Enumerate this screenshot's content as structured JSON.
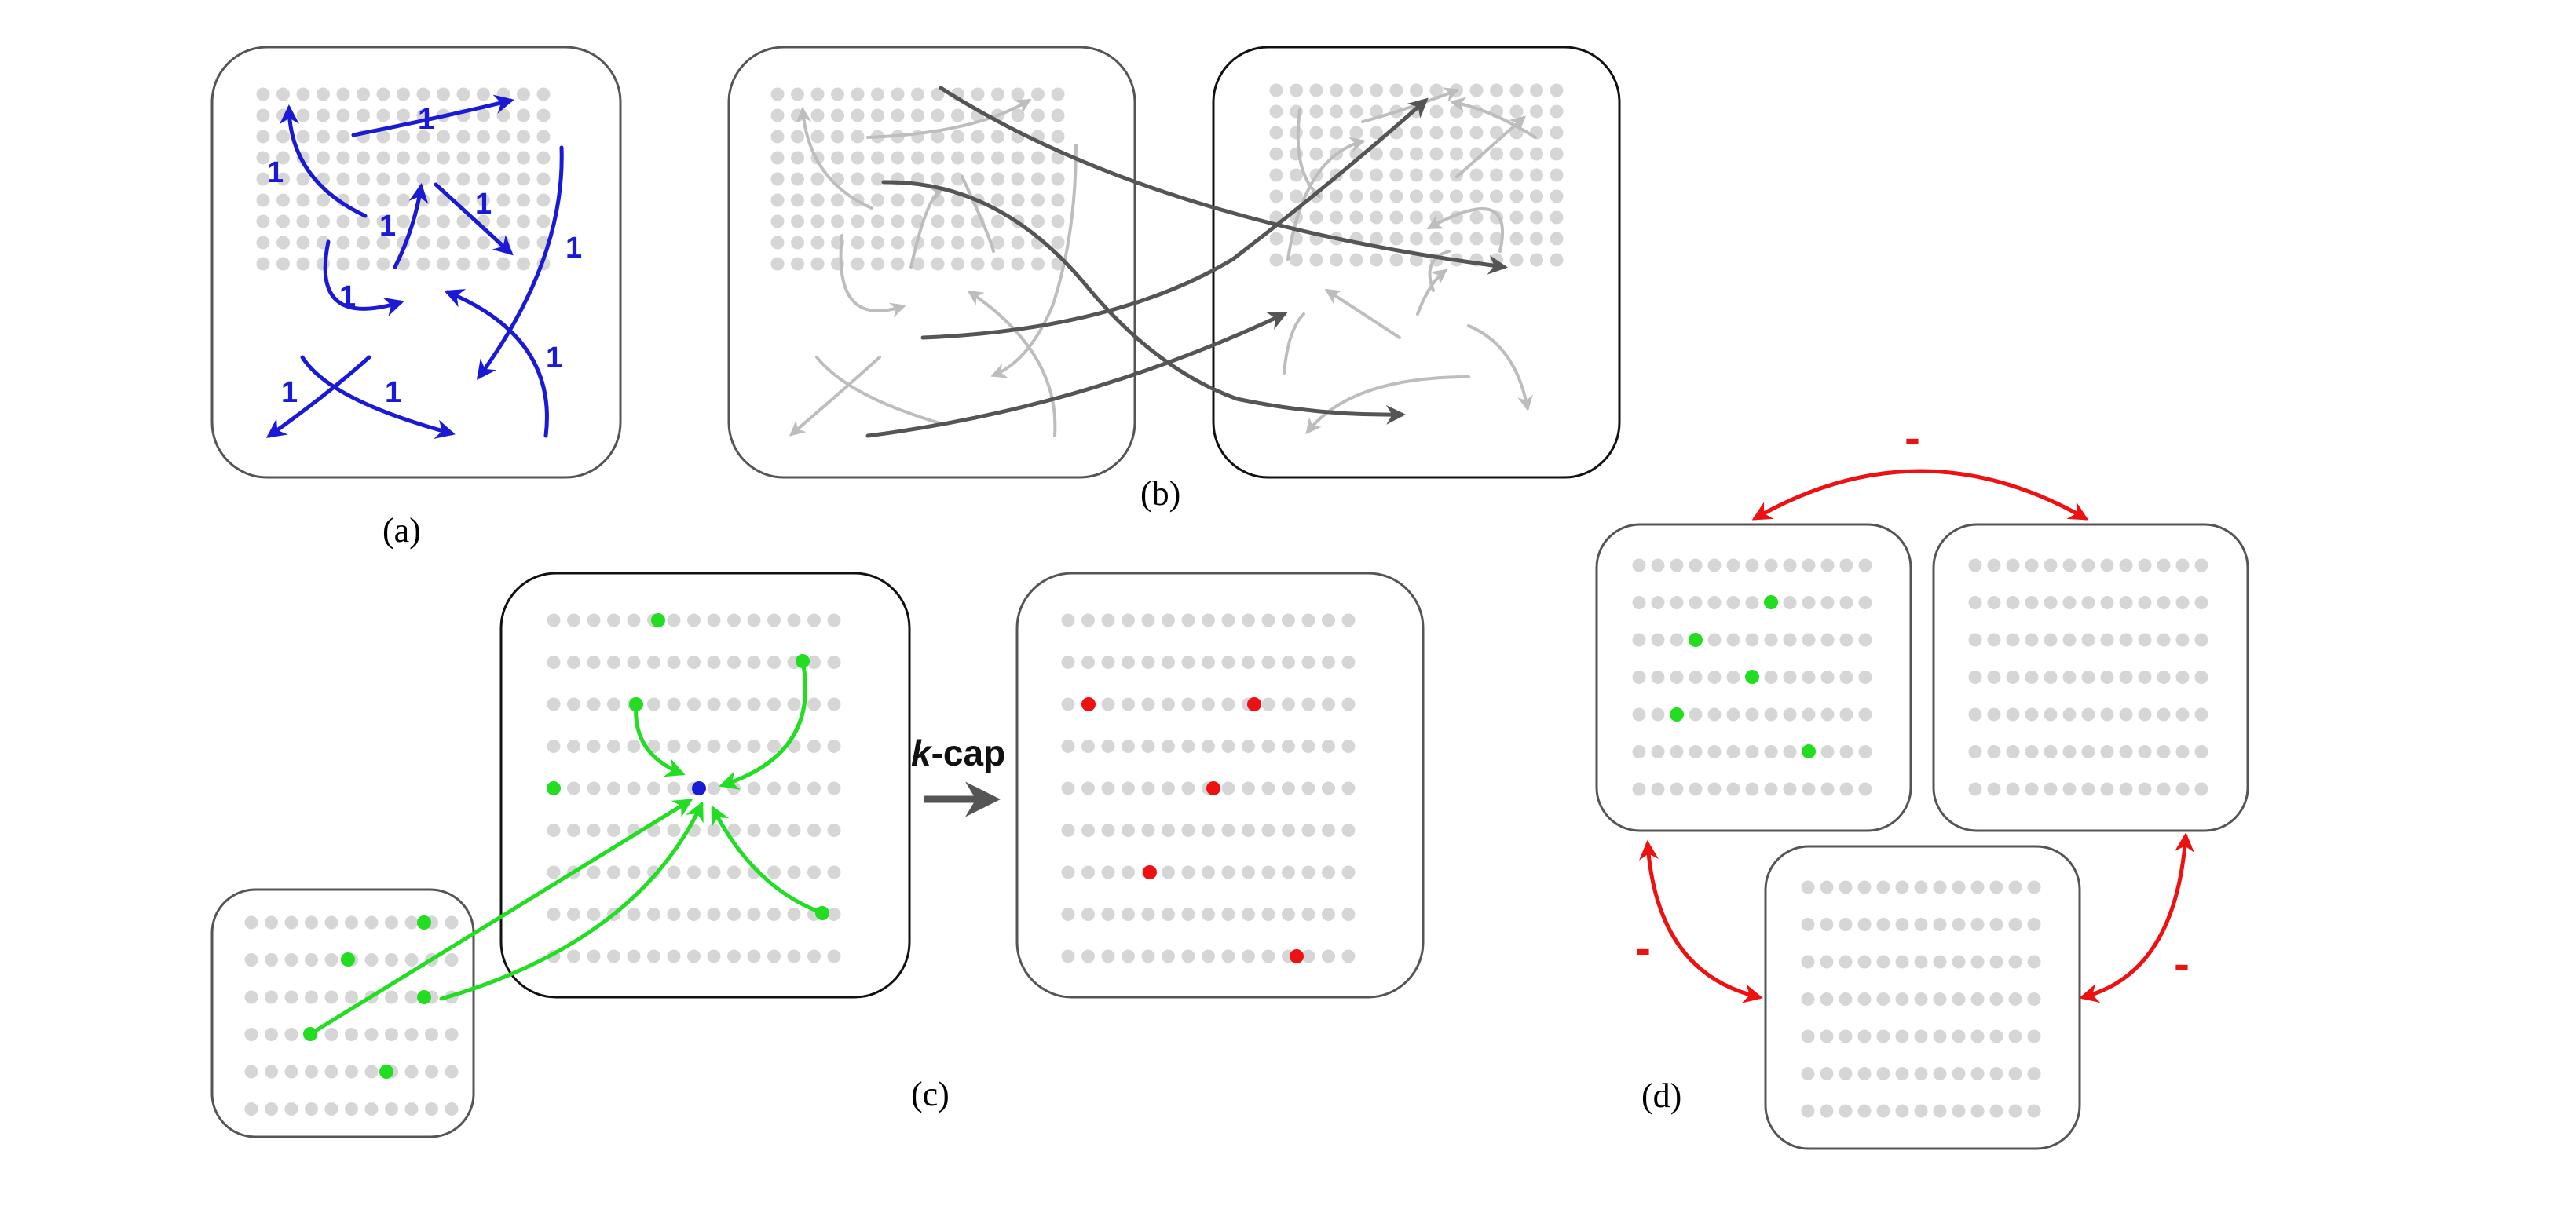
{
  "captions": {
    "a": "(a)",
    "b": "(b)",
    "c": "(c)",
    "d": "(d)"
  },
  "panel_a": {
    "edge_weight": "1"
  },
  "panel_c": {
    "operation_k": "k",
    "operation_rest": "-cap"
  },
  "panel_d": {
    "inhibition_sign": "-"
  },
  "colors": {
    "neuron": "#d6d6d6",
    "area_border": "#555555",
    "weighted_edge": "#1a1ad6",
    "inter_area_edge": "#555555",
    "intra_area_edge": "#bdbdbd",
    "firing_neuron": "#22dd22",
    "target_neuron": "#1a1ad6",
    "capped_neuron": "#ee1111",
    "inhibition_edge": "#ee1111"
  }
}
